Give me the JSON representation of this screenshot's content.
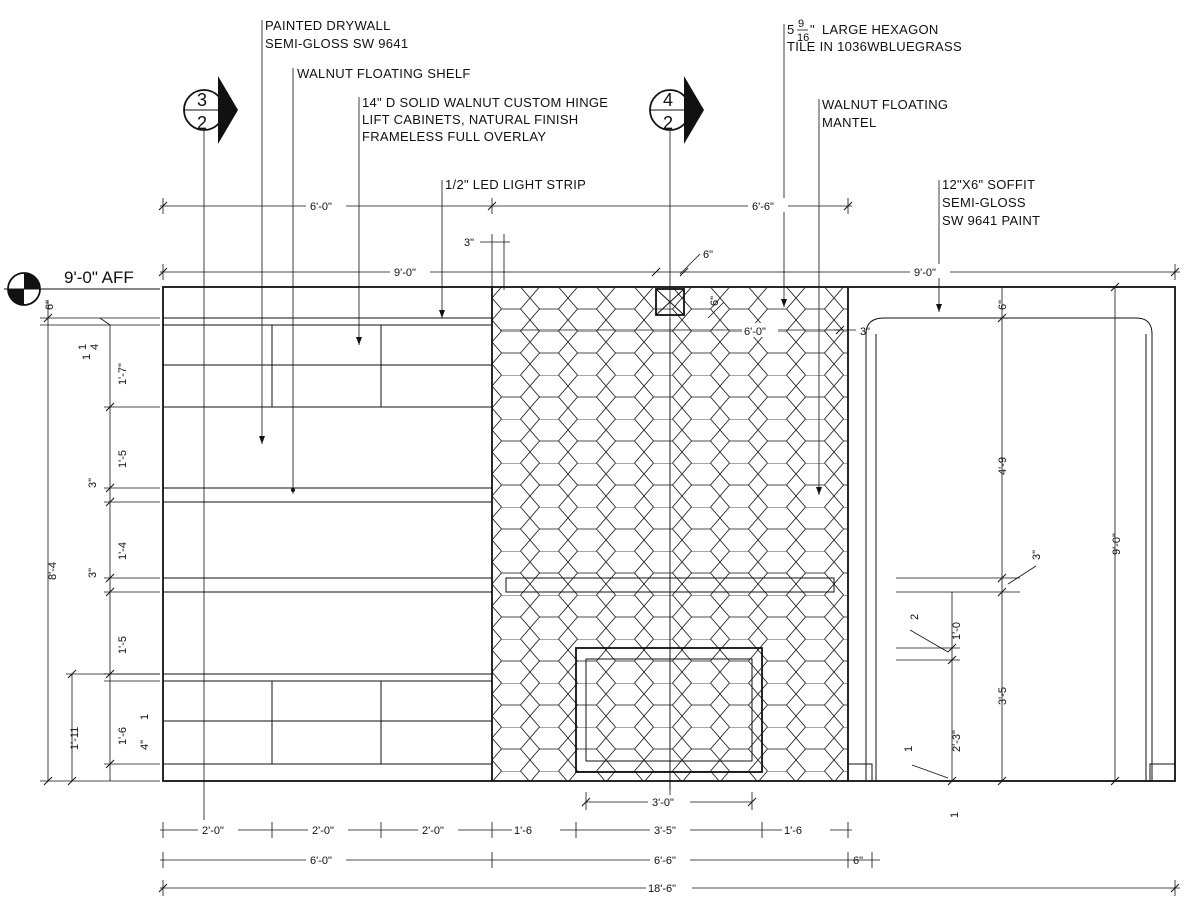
{
  "elevation_label": "9'-0\" AFF",
  "section_tags": [
    {
      "top": "3",
      "bottom": "2"
    },
    {
      "top": "4",
      "bottom": "2"
    }
  ],
  "notes": {
    "drywall": [
      "PAINTED DRYWALL",
      "SEMI-GLOSS SW 9641"
    ],
    "shelf": [
      "WALNUT FLOATING SHELF"
    ],
    "cabinets": [
      "14\" D SOLID WALNUT CUSTOM HINGE",
      "LIFT CABINETS, NATURAL FINISH",
      "FRAMELESS FULL OVERLAY"
    ],
    "led": [
      "1/2\" LED LIGHT STRIP"
    ],
    "tile": [
      "LARGE HEXAGON",
      "TILE IN 1036WBLUEGRASS"
    ],
    "mantel": [
      "WALNUT FLOATING",
      "MANTEL"
    ],
    "soffit": [
      "12\"X6\" SOFFIT",
      "SEMI-GLOSS",
      "SW 9641 PAINT"
    ]
  },
  "tile_size": {
    "whole": "5",
    "num": "9",
    "den": "16",
    "unit": "\""
  },
  "dims": {
    "top_left": "6'-0\"",
    "top_right": "6'-6\"",
    "three_in_a": "3\"",
    "six_in_a": "6\"",
    "height_left": "9'-0\"",
    "height_right": "9'-0\"",
    "six_in_b": "6\"",
    "six_in_c": "6\"",
    "mantel_width": "6'-0\"",
    "three_in_b": "3\"",
    "six_in_left": "6\"",
    "one_quarter_a": "1",
    "one_seven": "1'-7\"",
    "one_five_3q": "1'-5",
    "three_in_c": "3\"",
    "one_four_3q": "1'-4",
    "three_in_d": "3\"",
    "one_five_half": "1'-5",
    "overall_left": "8'-4",
    "one_eleven": "1'-11",
    "one_six_half": "1'-6",
    "one_quarter_b": "1",
    "four_in": "4\"",
    "soffit_six": "6\"",
    "four_nine": "4'-9",
    "three_in_e": "3\"",
    "nine_right": "9'-0\"",
    "two_half": "2",
    "one_zero_q": "1'-0",
    "three_five_q": "3'-5",
    "two_three": "2'-3\"",
    "one_3q": "1",
    "quarter_bottom": "1",
    "firebox_width": "3'-0\"",
    "b_two_a": "2'-0\"",
    "b_two_b": "2'-0\"",
    "b_two_c": "2'-0\"",
    "b_one_six_l": "1'-6",
    "b_three_five": "3'-5\"",
    "b_one_six_r": "1'-6",
    "b_six_zero": "6'-0\"",
    "b_six_six": "6'-6\"",
    "b_six_in": "6\"",
    "b_overall": "18'-6\""
  },
  "frac": {
    "quarter": "4",
    "half": "2",
    "three": "3",
    "one": "1"
  },
  "tile_cols": 13
}
